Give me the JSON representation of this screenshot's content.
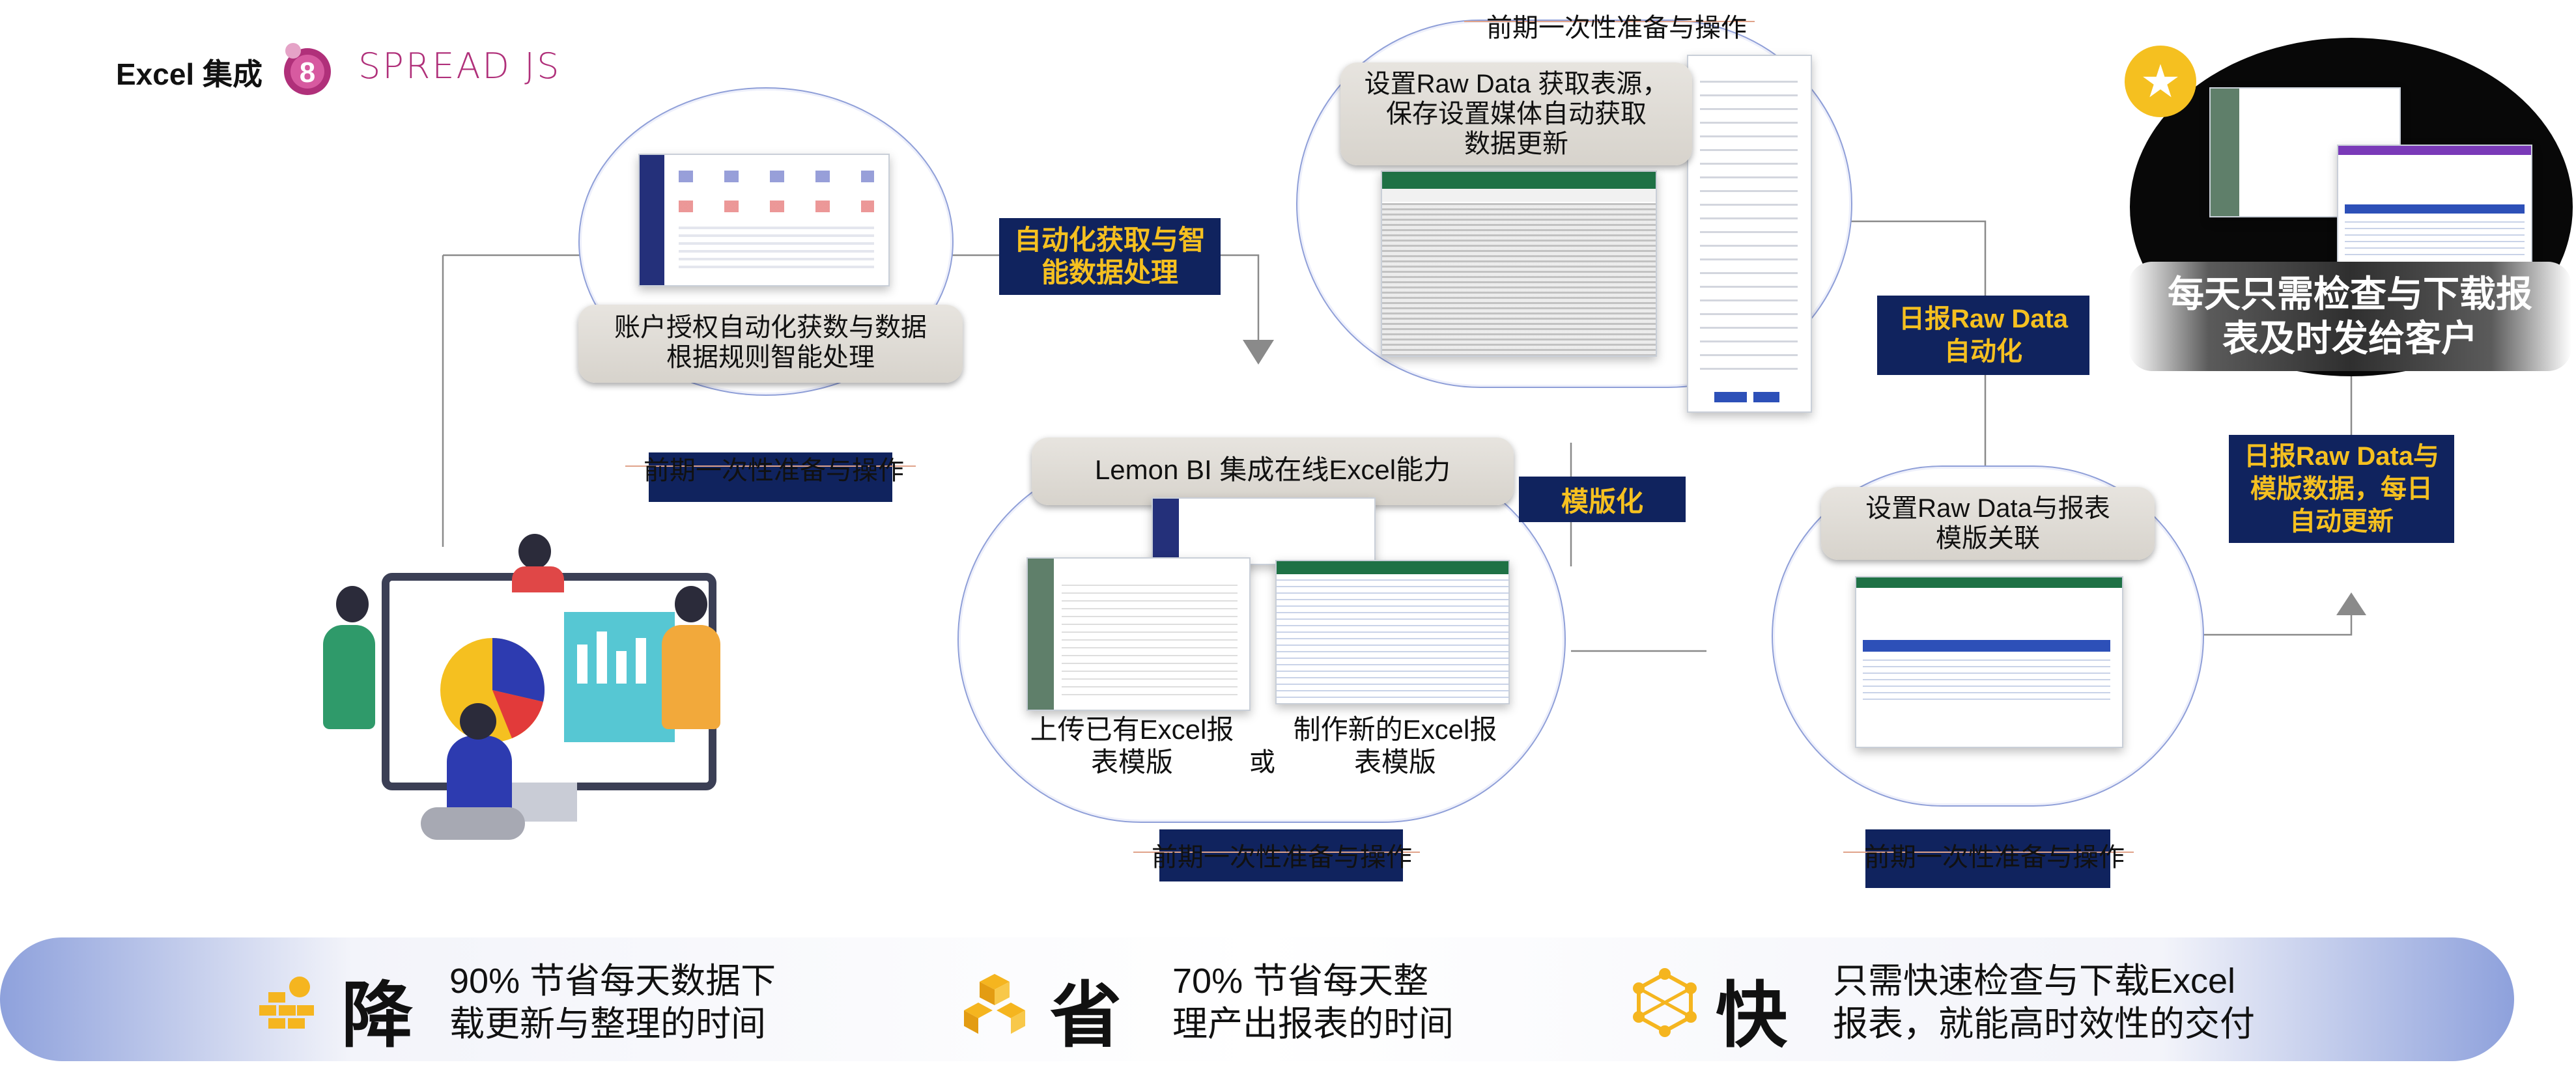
{
  "header": {
    "title": "Excel 集成",
    "brand_text": "SPREAD JS",
    "brand_color": "#b0307a"
  },
  "nodes": {
    "account_auth": "账户授权自动化获数与数据\n根据规则智能处理",
    "auto_fetch": "自动化获取与智\n能数据处理",
    "media_setup": "设置Raw Data 获取表源，\n保存设置媒体自动获取\n数据更新",
    "lemon_bi": "Lemon BI 集成在线Excel能力",
    "upload_existing": "上传已有Excel报\n表模版",
    "or": "或",
    "create_new": "制作新的Excel报\n表模版",
    "templating": "模版化",
    "daily_raw_auto": "日报Raw Data\n自动化",
    "link_template": "设置Raw Data与报表\n模版关联",
    "daily_update": "日报Raw Data与\n模版数据，每日\n自动更新",
    "check_download": "每天只需检查与下载报\n表及时发给客户"
  },
  "prep_label": "前期一次性准备与操作",
  "benefits": [
    {
      "char": "降",
      "icon": "gold-bricks-icon",
      "text": "90% 节省每天数据下\n载更新与整理的时间"
    },
    {
      "char": "省",
      "icon": "gold-cubes-icon",
      "text": "70% 节省每天整\n理产出报表的时间"
    },
    {
      "char": "快",
      "icon": "gold-network-icon",
      "text": "只需快速检查与下载Excel\n报表，就能高时效性的交付"
    }
  ],
  "colors": {
    "navy": "#10235e",
    "gold": "#f5c020",
    "bubble_border": "#8f9fd8",
    "excel_green": "#1e7145"
  }
}
